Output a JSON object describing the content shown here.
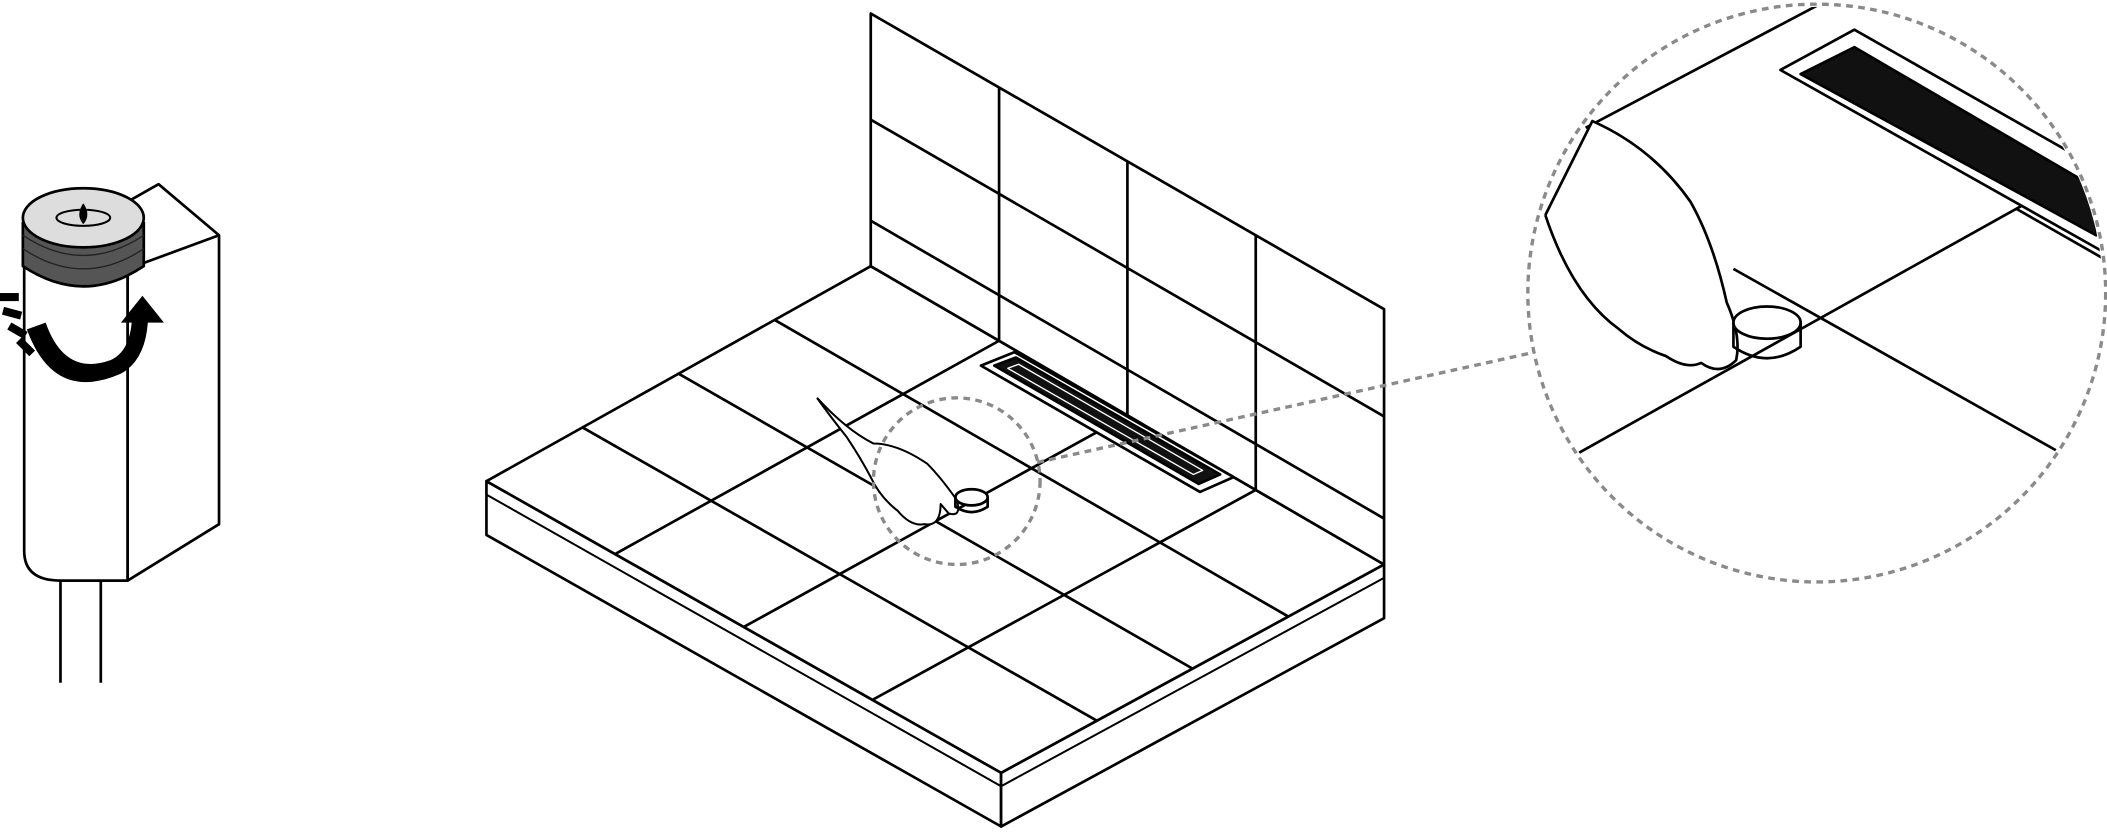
{
  "colors": {
    "line": "#000000",
    "callout": "#8a8a8a",
    "background": "#ffffff"
  },
  "panels": [
    {
      "id": "valve",
      "icon": "rotate-knob-icon"
    },
    {
      "id": "shower-tray",
      "icon": "drain-plug-icon"
    },
    {
      "id": "detail",
      "icon": "magnify-detail-icon"
    }
  ]
}
